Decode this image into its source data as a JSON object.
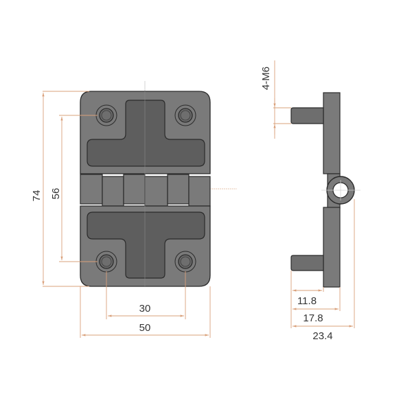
{
  "drawing": {
    "subject": "hinge",
    "colors": {
      "body": "#7a7a7a",
      "recess": "#5e5e5e",
      "outline": "#2a2a2a",
      "dimension": "#d9a07a",
      "center_line": "#c8c8c8",
      "text": "#333333",
      "background": "#ffffff"
    },
    "front_view": {
      "dimensions": {
        "overall_height": "74",
        "hole_spacing_vertical": "56",
        "hole_spacing_horizontal": "30",
        "overall_width": "50"
      }
    },
    "side_view": {
      "dimensions": {
        "thread": "4-M6",
        "stud_length": "11.8",
        "plate_depth": "17.8",
        "overall_depth": "23.4"
      }
    }
  }
}
